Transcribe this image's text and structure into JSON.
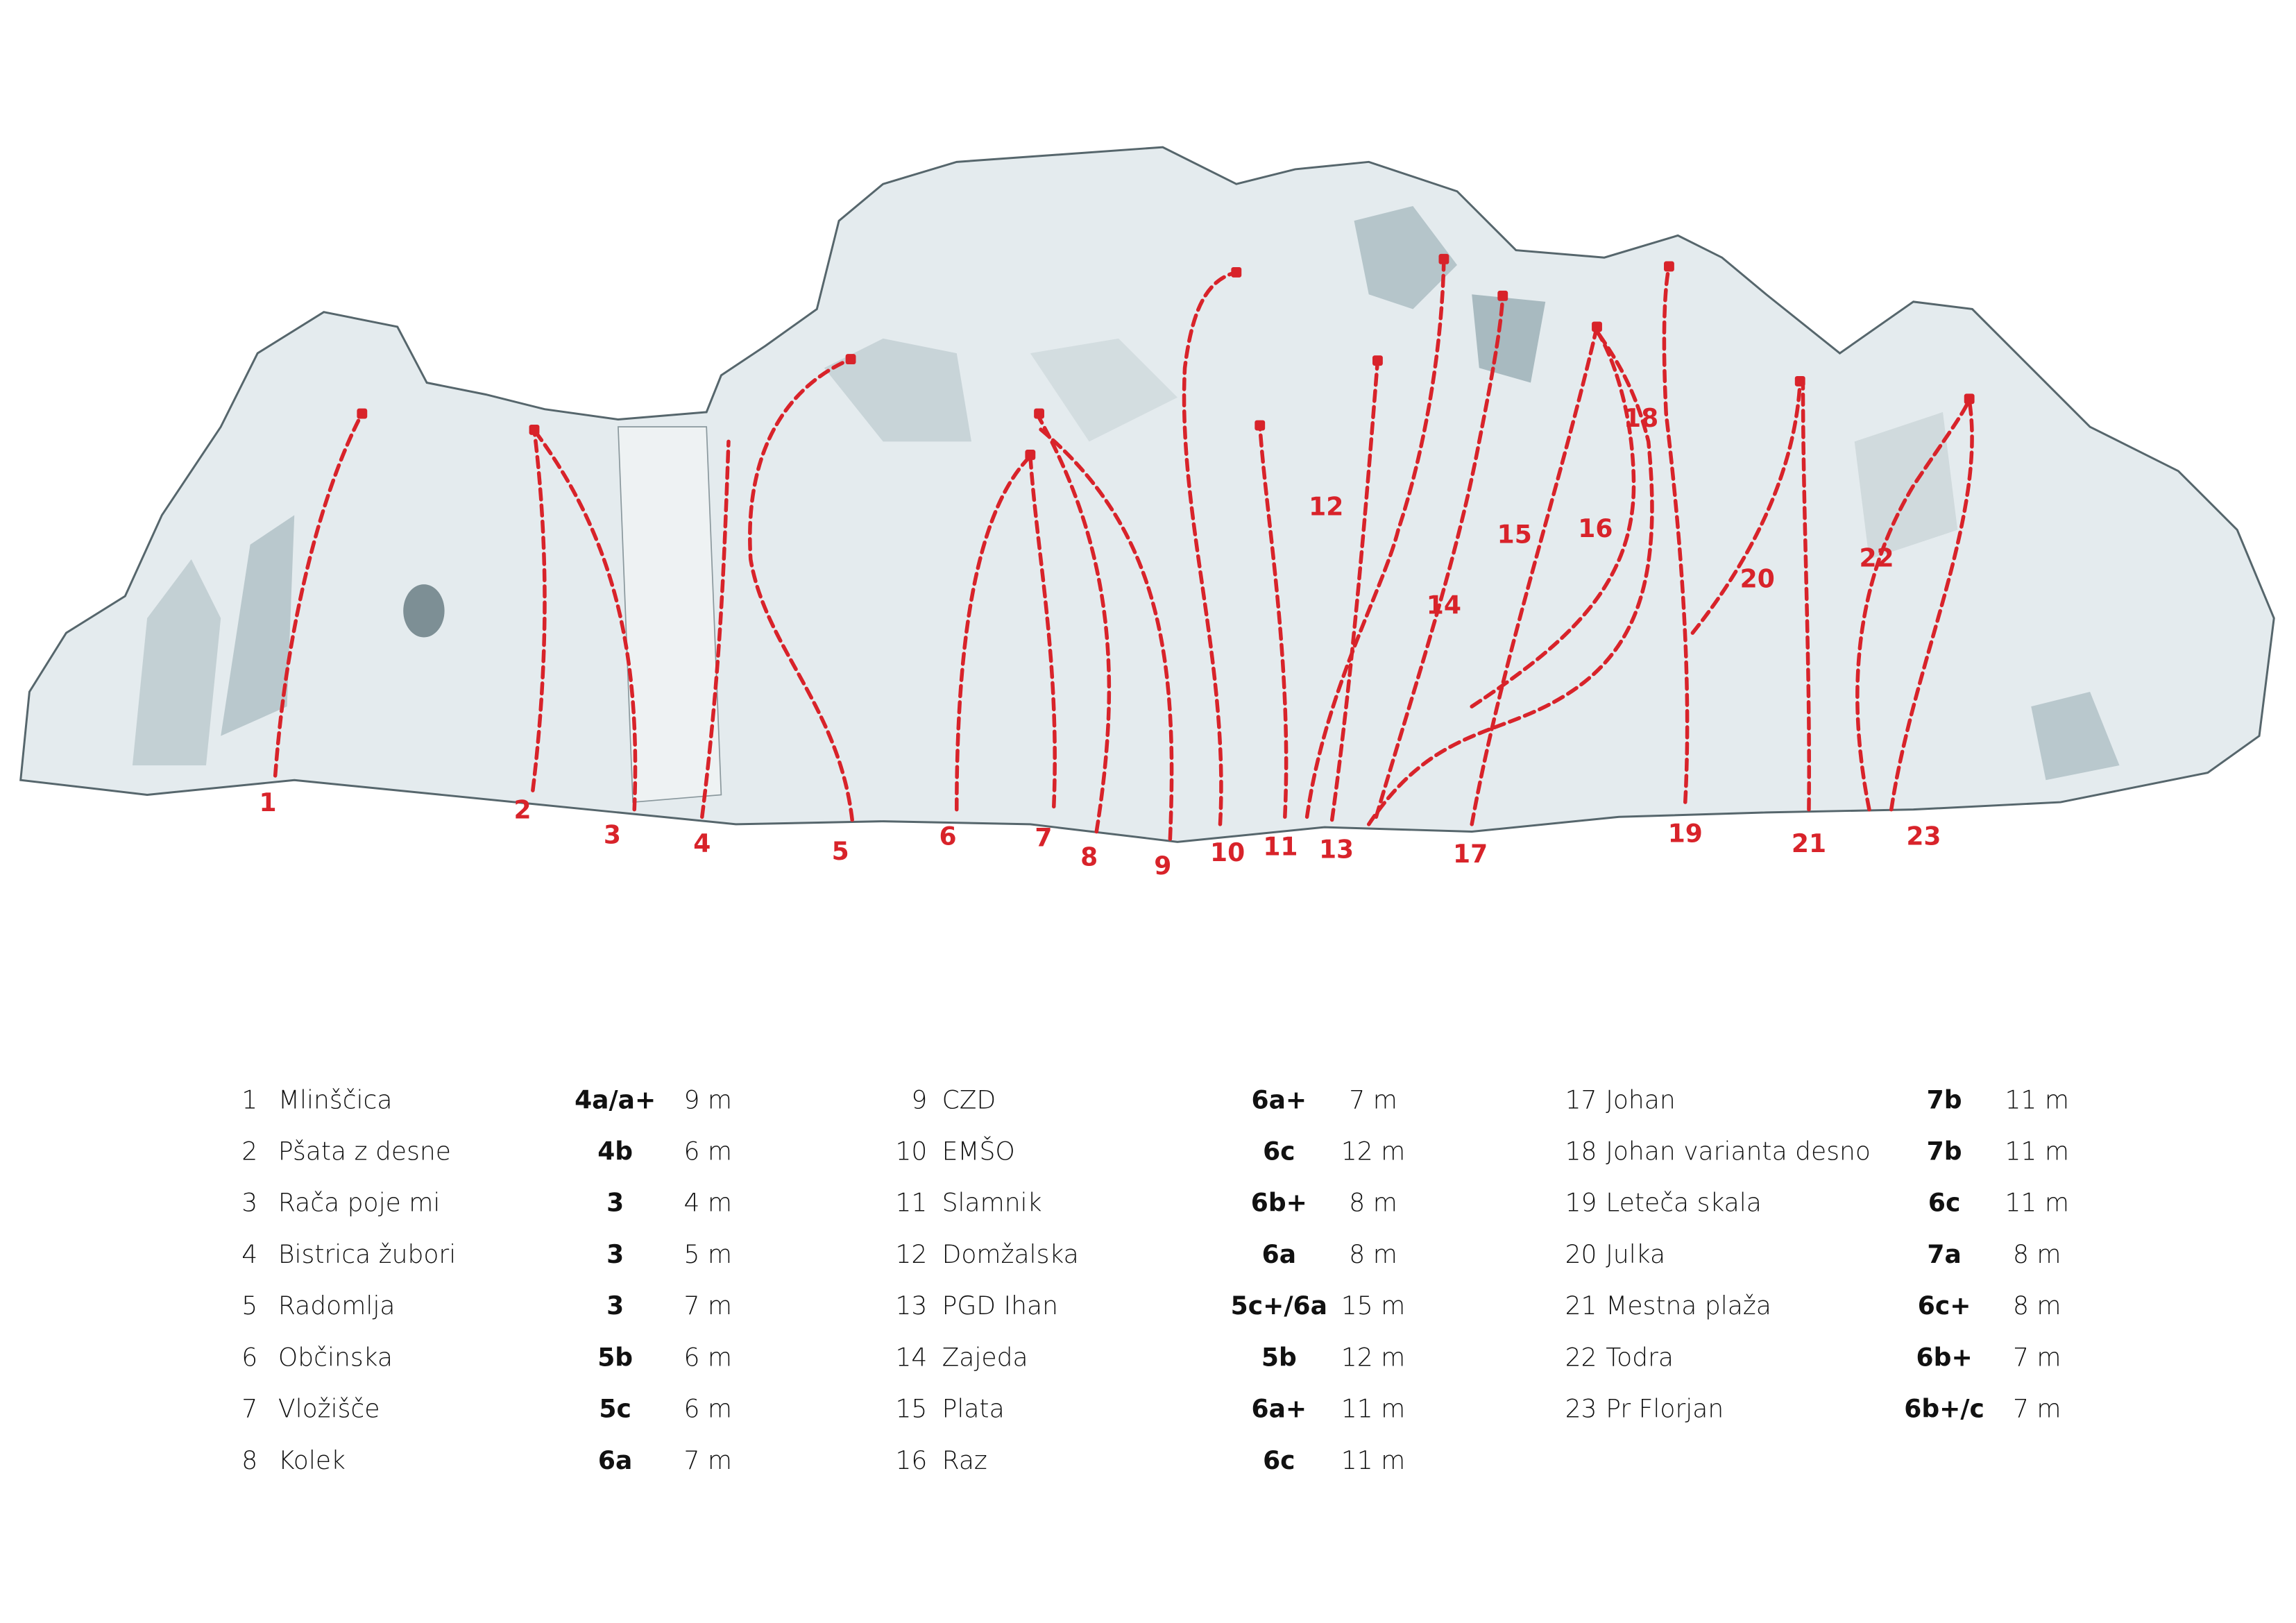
{
  "routes": [
    {
      "number": "1",
      "name": "Mlinščica",
      "grade": "4a/a+",
      "length": "9 m"
    },
    {
      "number": "2",
      "name": "Pšata z desne",
      "grade": "4b",
      "length": "6 m"
    },
    {
      "number": "3",
      "name": "Rača poje mi",
      "grade": "3",
      "length": "4 m"
    },
    {
      "number": "4",
      "name": "Bistrica žubori",
      "grade": "3",
      "length": "5 m"
    },
    {
      "number": "5",
      "name": "Radomlja",
      "grade": "3",
      "length": "7 m"
    },
    {
      "number": "6",
      "name": "Občinska",
      "grade": "5b",
      "length": "6 m"
    },
    {
      "number": "7",
      "name": "Vložišče",
      "grade": "5c",
      "length": "6 m"
    },
    {
      "number": "8",
      "name": "Kolek",
      "grade": "6a",
      "length": "7 m"
    },
    {
      "number": "9",
      "name": "CZD",
      "grade": "6a+",
      "length": "7 m"
    },
    {
      "number": "10",
      "name": "EMŠO",
      "grade": "6c",
      "length": "12 m"
    },
    {
      "number": "11",
      "name": "Slamnik",
      "grade": "6b+",
      "length": "8 m"
    },
    {
      "number": "12",
      "name": "Domžalska",
      "grade": "6a",
      "length": "8 m"
    },
    {
      "number": "13",
      "name": "PGD Ihan",
      "grade": "5c+/6a",
      "length": "15 m"
    },
    {
      "number": "14",
      "name": "Zajeda",
      "grade": "5b",
      "length": "12 m"
    },
    {
      "number": "15",
      "name": "Plata",
      "grade": "6a+",
      "length": "11 m"
    },
    {
      "number": "16",
      "name": "Raz",
      "grade": "6c",
      "length": "11 m"
    },
    {
      "number": "17",
      "name": "Johan",
      "grade": "7b",
      "length": "11 m"
    },
    {
      "number": "18",
      "name": "Johan varianta desno",
      "grade": "7b",
      "length": "11 m"
    },
    {
      "number": "19",
      "name": "Leteča skala",
      "grade": "6c",
      "length": "11 m"
    },
    {
      "number": "20",
      "name": "Julka",
      "grade": "7a",
      "length": "8 m"
    },
    {
      "number": "21",
      "name": "Mestna plaža",
      "grade": "6c+",
      "length": "8 m"
    },
    {
      "number": "22",
      "name": "Todra",
      "grade": "6b+",
      "length": "7 m"
    },
    {
      "number": "23",
      "name": "Pr Florjan",
      "grade": "6b+/c",
      "length": "7 m"
    }
  ],
  "colors": {
    "route": "#d8232a",
    "rock": "#e4ebee",
    "rock_shade": "#b9c8cd"
  }
}
